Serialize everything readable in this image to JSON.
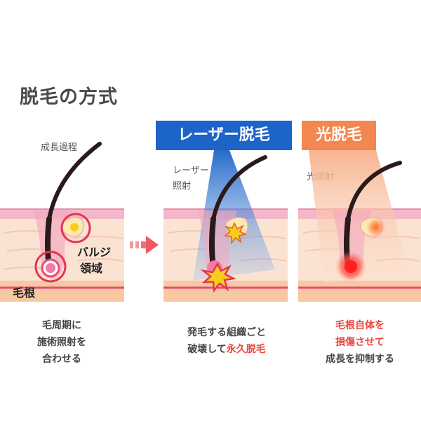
{
  "title": "脱毛の方式",
  "left_panel": {
    "label": "成長過程",
    "bulge_label_line1": "バルジ",
    "bulge_label_line2": "領域",
    "root_label": "毛根",
    "caption_line1": "毛周期に",
    "caption_line2": "施術照射を",
    "caption_line3": "合わせる"
  },
  "laser_panel": {
    "badge": "レーザー脱毛",
    "label_line1": "レーザー",
    "label_line2": "照射",
    "caption_line1": "発毛する組織ごと",
    "caption_line2_prefix": "破壊して",
    "caption_line2_highlight": "永久脱毛"
  },
  "light_panel": {
    "badge": "光脱毛",
    "label": "光照射",
    "caption_line1": "毛根自体を",
    "caption_line2": "損傷させて",
    "caption_line3": "成長を抑制する"
  },
  "colors": {
    "laser_blue": "#1c64c7",
    "light_orange": "#f2874f",
    "highlight_red": "#e8493f",
    "skin_pink": "#f4b7c9",
    "dermis": "#fbe3d3",
    "subcutis": "#f6c9a3"
  }
}
